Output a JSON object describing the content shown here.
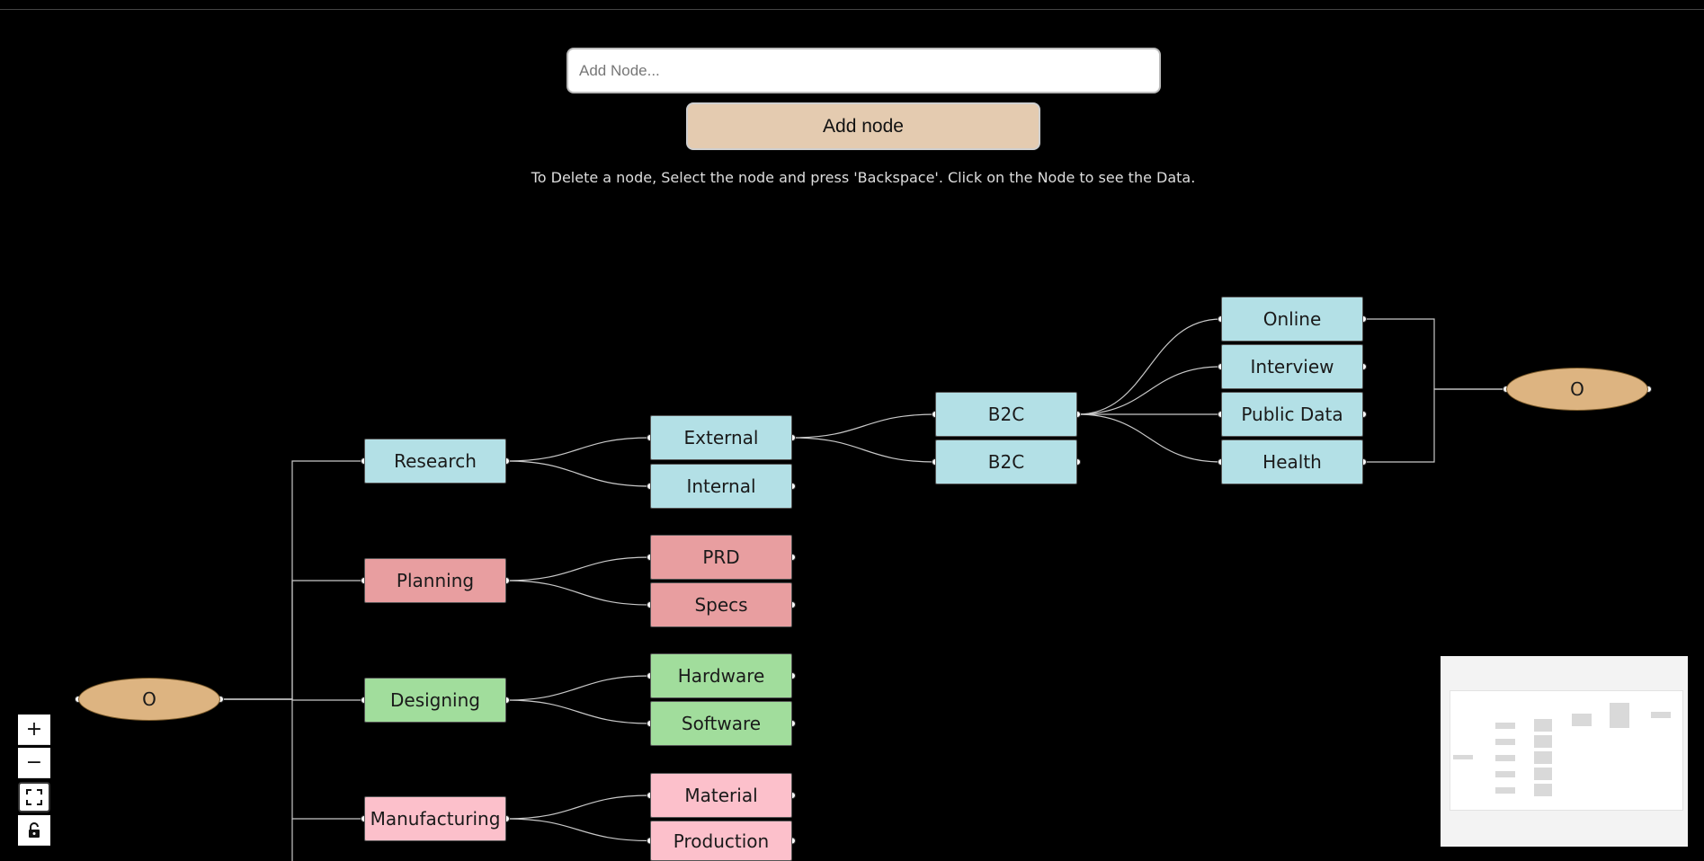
{
  "form": {
    "input_placeholder": "Add Node...",
    "input_value": "",
    "add_button_label": "Add node",
    "hint": "To Delete a node, Select the node and press 'Backspace'. Click on the Node to see the Data."
  },
  "nodes": [
    {
      "id": "root",
      "label": "O",
      "color": "#ddb481",
      "shape": "ellipse"
    },
    {
      "id": "research",
      "label": "Research",
      "color": "#b3e0e6",
      "shape": "rect"
    },
    {
      "id": "planning",
      "label": "Planning",
      "color": "#e89ea0",
      "shape": "rect"
    },
    {
      "id": "designing",
      "label": "Designing",
      "color": "#a1dd9c",
      "shape": "rect"
    },
    {
      "id": "manufacturing",
      "label": "Manufacturing",
      "color": "#fcc0cb",
      "shape": "rect"
    },
    {
      "id": "external",
      "label": "External",
      "color": "#b3e0e6",
      "shape": "rect"
    },
    {
      "id": "internal",
      "label": "Internal",
      "color": "#b3e0e6",
      "shape": "rect"
    },
    {
      "id": "prd",
      "label": "PRD",
      "color": "#e89ea0",
      "shape": "rect"
    },
    {
      "id": "specs",
      "label": "Specs",
      "color": "#e89ea0",
      "shape": "rect"
    },
    {
      "id": "hardware",
      "label": "Hardware",
      "color": "#a1dd9c",
      "shape": "rect"
    },
    {
      "id": "software",
      "label": "Software",
      "color": "#a1dd9c",
      "shape": "rect"
    },
    {
      "id": "material",
      "label": "Material",
      "color": "#fcc0cb",
      "shape": "rect"
    },
    {
      "id": "production",
      "label": "Production",
      "color": "#fcc0cb",
      "shape": "rect"
    },
    {
      "id": "b2c-1",
      "label": "B2C",
      "color": "#b3e0e6",
      "shape": "rect"
    },
    {
      "id": "b2c-2",
      "label": "B2C",
      "color": "#b3e0e6",
      "shape": "rect"
    },
    {
      "id": "online",
      "label": "Online",
      "color": "#b3e0e6",
      "shape": "rect"
    },
    {
      "id": "interview",
      "label": "Interview",
      "color": "#b3e0e6",
      "shape": "rect"
    },
    {
      "id": "public-data",
      "label": "Public Data",
      "color": "#b3e0e6",
      "shape": "rect"
    },
    {
      "id": "health",
      "label": "Health",
      "color": "#b3e0e6",
      "shape": "rect"
    },
    {
      "id": "end",
      "label": "O",
      "color": "#ddb481",
      "shape": "ellipse"
    }
  ],
  "edges": [
    {
      "from": "root",
      "to": "research",
      "style": "step"
    },
    {
      "from": "root",
      "to": "planning",
      "style": "step"
    },
    {
      "from": "root",
      "to": "designing",
      "style": "step"
    },
    {
      "from": "root",
      "to": "manufacturing",
      "style": "step"
    },
    {
      "from": "research",
      "to": "external",
      "style": "curve"
    },
    {
      "from": "research",
      "to": "internal",
      "style": "curve"
    },
    {
      "from": "planning",
      "to": "prd",
      "style": "curve"
    },
    {
      "from": "planning",
      "to": "specs",
      "style": "curve"
    },
    {
      "from": "designing",
      "to": "hardware",
      "style": "curve"
    },
    {
      "from": "designing",
      "to": "software",
      "style": "curve"
    },
    {
      "from": "manufacturing",
      "to": "material",
      "style": "curve"
    },
    {
      "from": "manufacturing",
      "to": "production",
      "style": "curve"
    },
    {
      "from": "external",
      "to": "b2c-1",
      "style": "curve"
    },
    {
      "from": "external",
      "to": "b2c-2",
      "style": "curve"
    },
    {
      "from": "b2c-1",
      "to": "online",
      "style": "curve"
    },
    {
      "from": "b2c-1",
      "to": "interview",
      "style": "curve"
    },
    {
      "from": "b2c-1",
      "to": "public-data",
      "style": "curve"
    },
    {
      "from": "b2c-1",
      "to": "health",
      "style": "curve"
    },
    {
      "from": "online",
      "to": "end",
      "style": "step"
    },
    {
      "from": "health",
      "to": "end",
      "style": "step"
    }
  ],
  "controls": {
    "zoom_in_icon": "plus-icon",
    "zoom_out_icon": "minus-icon",
    "fit_view_icon": "fit-view-icon",
    "lock_icon": "lock-icon"
  }
}
